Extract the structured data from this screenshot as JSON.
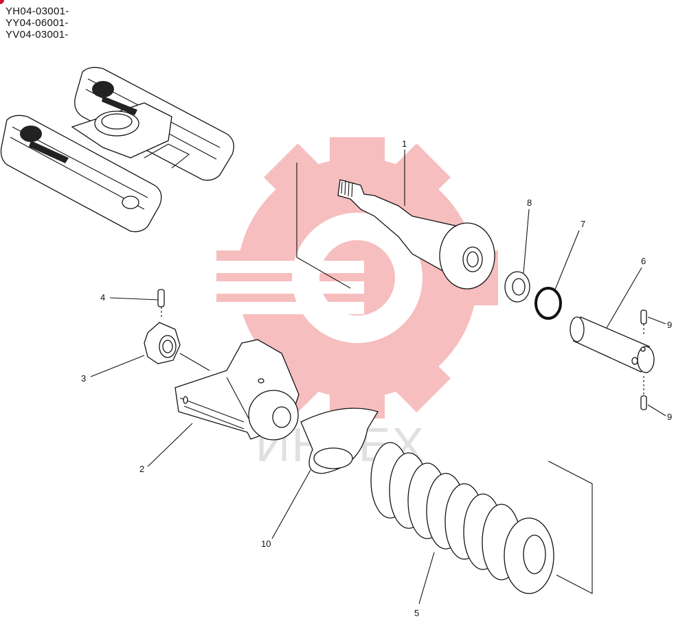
{
  "header": {
    "serial_numbers": [
      "YH04-03001-",
      "YY04-06001-",
      "YV04-03001-"
    ]
  },
  "watermark": {
    "text": "ИНТЕХ",
    "gear_color": "#f08a8a"
  },
  "callouts": {
    "c1": "1",
    "c2": "2",
    "c3": "3",
    "c4": "4",
    "c5": "5",
    "c6": "6",
    "c7": "7",
    "c8": "8",
    "c9a": "9",
    "c9b": "9",
    "c10": "10"
  },
  "icons": {
    "corner": "red-dot-icon",
    "watermark": "gear-icon"
  }
}
